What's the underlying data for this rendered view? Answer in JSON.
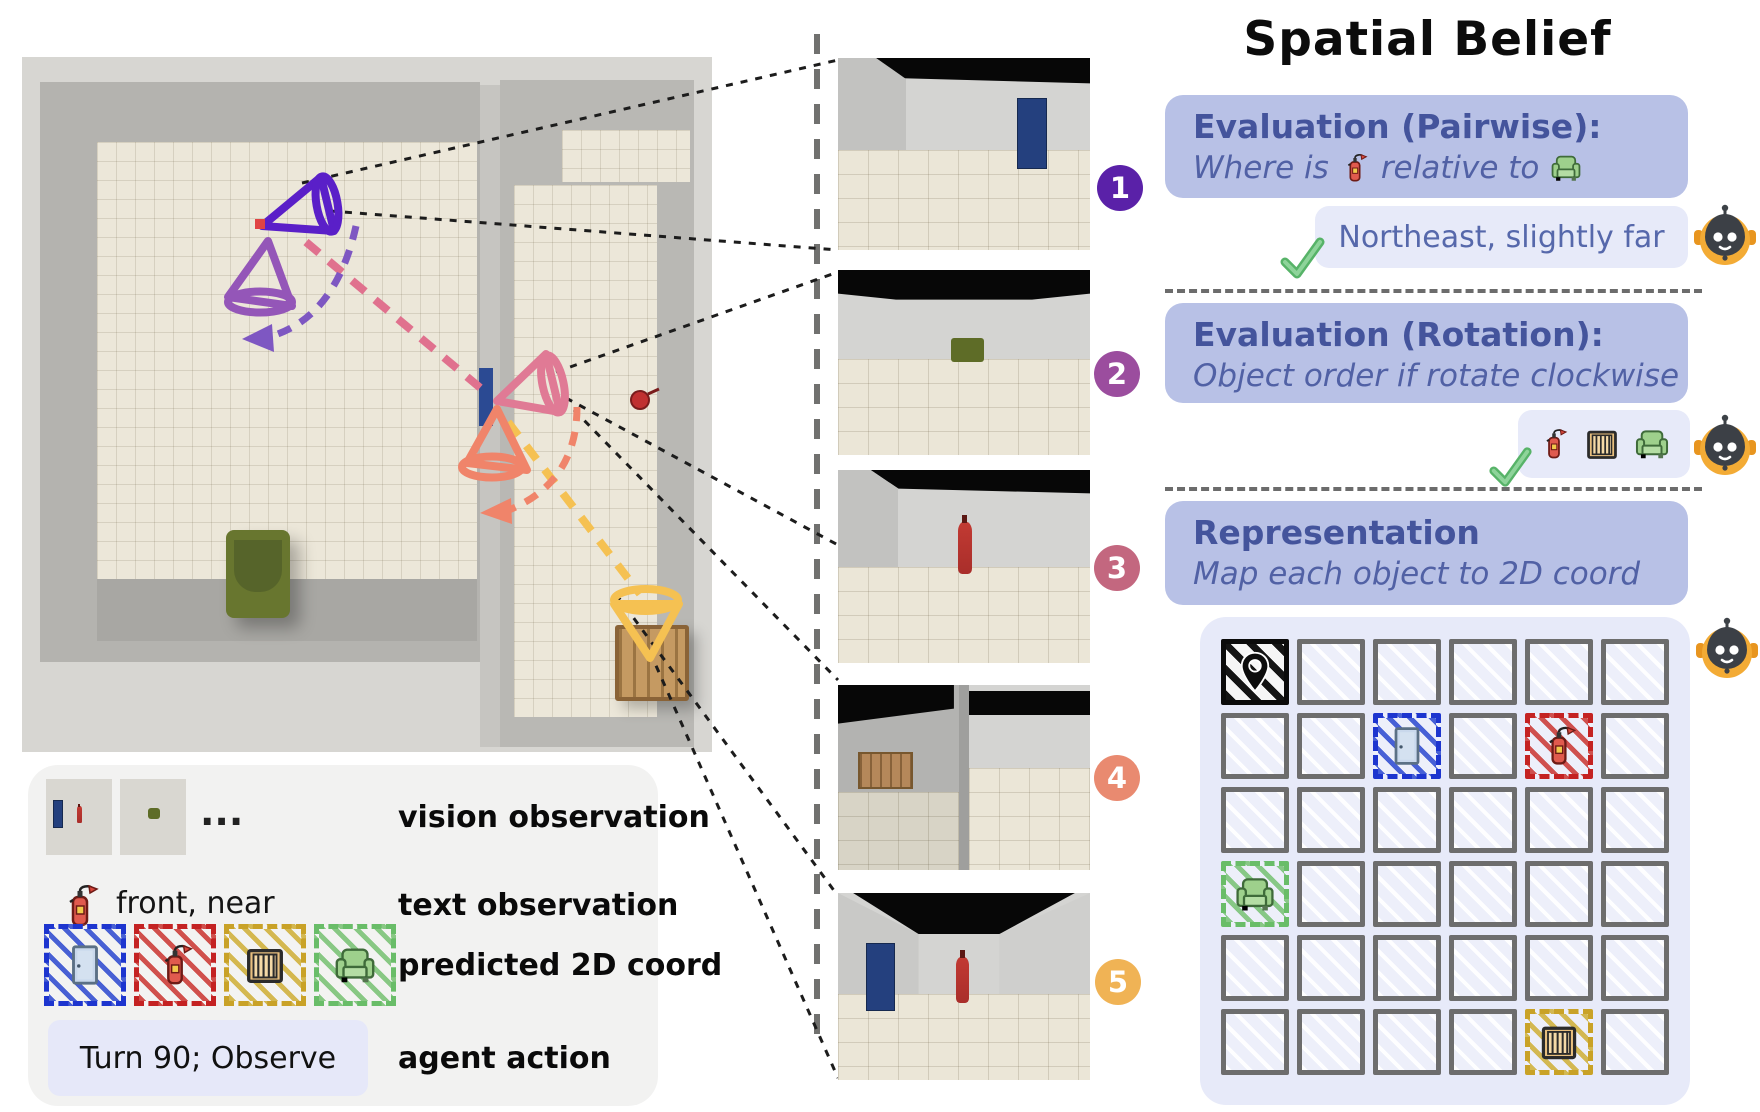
{
  "title": "Spatial Belief",
  "steps": [
    "1",
    "2",
    "3",
    "4",
    "5"
  ],
  "panels": {
    "pairwise": {
      "heading": "Evaluation (Pairwise):",
      "q_prefix": "Where is",
      "q_suffix": "relative to",
      "answer": "Northeast, slightly far"
    },
    "rotation": {
      "heading": "Evaluation (Rotation):",
      "question": "Object order if rotate clockwise"
    },
    "representation": {
      "heading": "Representation",
      "question": "Map each object to 2D coord"
    }
  },
  "legend": {
    "ellipsis": "...",
    "rows": [
      {
        "label": "vision observation"
      },
      {
        "label": "text observation",
        "value": "front, near"
      },
      {
        "label": "predicted 2D coord"
      },
      {
        "label": "agent action",
        "value": "Turn 90; Observe"
      }
    ]
  },
  "grid": {
    "rows": 6,
    "cols": 6,
    "objects": [
      {
        "icon": "agent-pin-icon",
        "symbol": "sym-pin",
        "style": "agent",
        "row": 0,
        "col": 0
      },
      {
        "icon": "door-icon",
        "symbol": "sym-door",
        "style": "door",
        "row": 1,
        "col": 2
      },
      {
        "icon": "fire-extinguisher-icon",
        "symbol": "sym-ext",
        "style": "ext",
        "row": 1,
        "col": 4
      },
      {
        "icon": "couch-icon",
        "symbol": "sym-couch",
        "style": "couch",
        "row": 3,
        "col": 0
      },
      {
        "icon": "crate-icon",
        "symbol": "sym-crate",
        "style": "crate",
        "row": 5,
        "col": 4
      }
    ]
  },
  "colors": {
    "panel_fill": "#b8c1e6",
    "panel_text": "#44549c",
    "bubble_fill": "#e7eaf9",
    "bubble_text": "#5668ab",
    "step1": "#5a21a8",
    "step2": "#9b4d9e",
    "step3": "#c3677f",
    "step4": "#e98a70",
    "step5": "#f0b355",
    "cone1": "#5a1fc8",
    "cone2": "#9456b8",
    "cone3": "#e07a95",
    "cone4": "#f0846a",
    "cone5": "#f5c152",
    "hatch_agent": "#111111",
    "hatch_door": "#1d35cf",
    "hatch_extinguisher": "#c42222",
    "hatch_crate": "#c9a227",
    "hatch_couch": "#69bd68",
    "check_green": "#57b368",
    "robot_orange": "#f3ab35",
    "legend_fill": "#f2f2f1",
    "chip_fill": "#e6e8f9"
  }
}
